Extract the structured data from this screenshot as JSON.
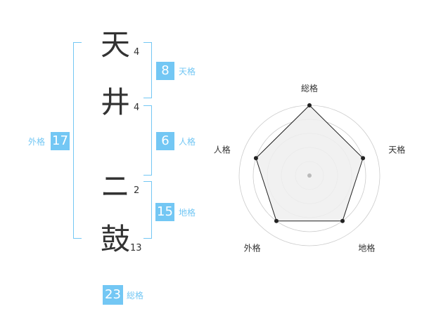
{
  "name": {
    "chars": [
      {
        "char": "天",
        "strokes": "4"
      },
      {
        "char": "井",
        "strokes": "4"
      },
      {
        "char": "ニ",
        "strokes": "2"
      },
      {
        "char": "鼓",
        "strokes": "13"
      }
    ]
  },
  "fortune": {
    "tenkaku": {
      "value": "8",
      "label": "天格"
    },
    "jinkaku": {
      "value": "6",
      "label": "人格"
    },
    "chikaku": {
      "value": "15",
      "label": "地格"
    },
    "gaikaku": {
      "value": "17",
      "label": "外格"
    },
    "soukaku": {
      "value": "23",
      "label": "総格"
    }
  },
  "radar": {
    "axes": [
      "総格",
      "天格",
      "地格",
      "外格",
      "人格"
    ],
    "levels": 5,
    "values": [
      1.0,
      0.8,
      0.8,
      0.8,
      0.8
    ],
    "colors": {
      "line": "#222222",
      "fill": "#eeeeee",
      "grid": "#cccccc",
      "center": "#bbbbbb"
    }
  }
}
